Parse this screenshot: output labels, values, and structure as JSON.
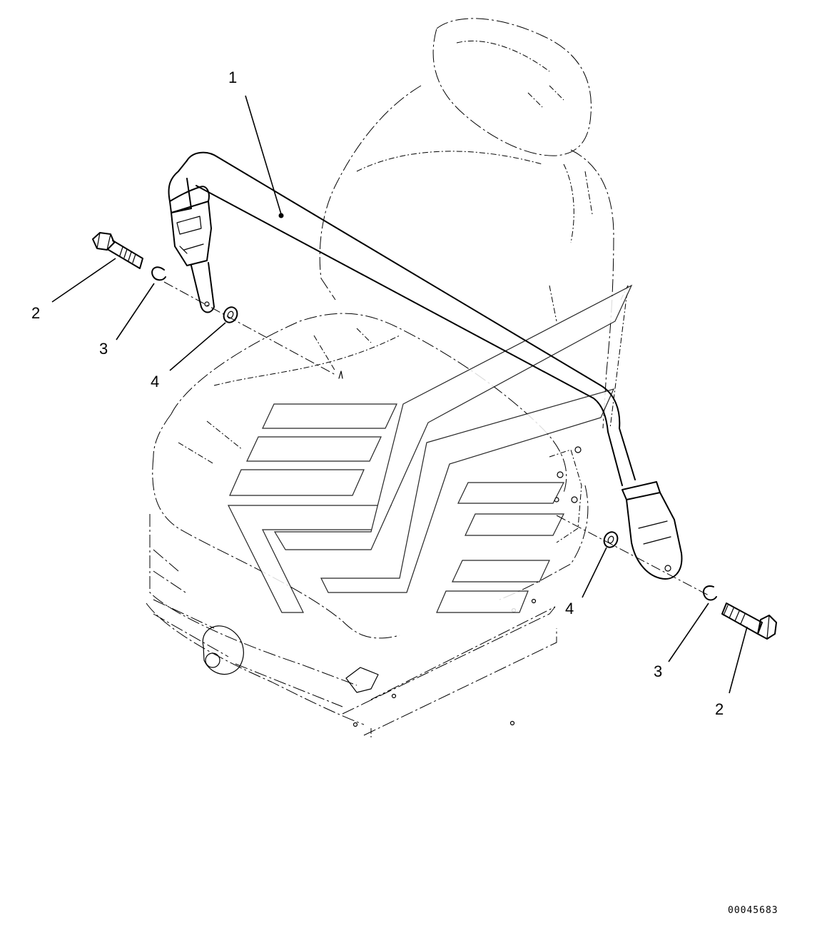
{
  "diagram": {
    "callouts": [
      {
        "id": "belt",
        "label": "1"
      },
      {
        "id": "bolt-left",
        "label": "2"
      },
      {
        "id": "clip-left",
        "label": "3"
      },
      {
        "id": "washer-left",
        "label": "4"
      },
      {
        "id": "washer-right",
        "label": "4"
      },
      {
        "id": "clip-right",
        "label": "3"
      },
      {
        "id": "bolt-right",
        "label": "2"
      }
    ],
    "drawing_number": "00045683"
  }
}
